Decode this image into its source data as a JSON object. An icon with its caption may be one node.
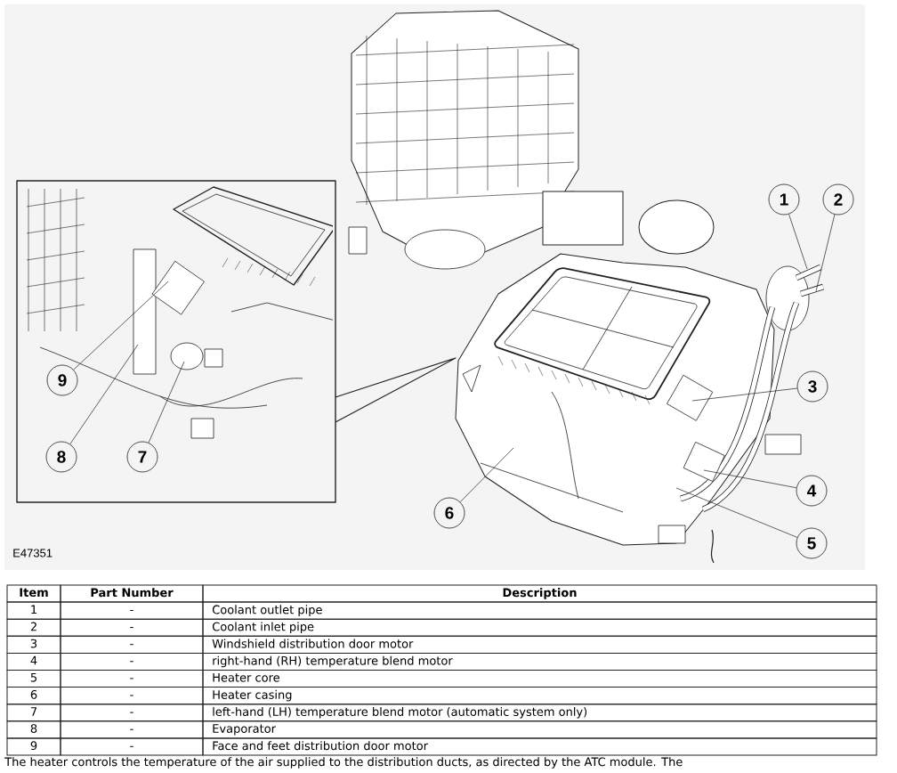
{
  "diagram": {
    "caption": "The heater controls the temperature of the air supplied to the distribution ducts, as directed by the ATC module. The",
    "nodes": [
      {
        "text": [
          "1"
        ]
      },
      {
        "text": [
          "2"
        ]
      },
      {
        "text": [
          "3"
        ]
      },
      {
        "text": [
          "4"
        ]
      },
      {
        "text": [
          "5"
        ]
      },
      {
        "text": [
          "6"
        ]
      },
      {
        "text": [],
        "shape": "box"
      },
      {
        "text": [
          "7"
        ],
        "in": 6
      },
      {
        "text": [
          "8"
        ],
        "in": 6
      },
      {
        "text": [
          "9"
        ],
        "in": 6
      }
    ],
    "edges": [
      {
        "from": 0,
        "to": null,
        "arrow": "none"
      },
      {
        "from": 1,
        "to": null,
        "arrow": "none"
      },
      {
        "from": 2,
        "to": null,
        "arrow": "none"
      },
      {
        "from": 3,
        "to": null,
        "arrow": "none"
      },
      {
        "from": 4,
        "to": null,
        "arrow": "none"
      },
      {
        "from": 5,
        "to": null,
        "arrow": "none"
      },
      {
        "from": 7,
        "to": null,
        "arrow": "none"
      },
      {
        "from": 8,
        "to": null,
        "arrow": "none"
      },
      {
        "from": 9,
        "to": null,
        "arrow": "none"
      }
    ],
    "labels": [
      "E47351",
      "Item",
      "Part Number",
      "Description",
      "1",
      "-",
      "Coolant outlet pipe",
      "2",
      "-",
      "Coolant inlet pipe",
      "3",
      "-",
      "Windshield distribution door motor",
      "4",
      "-",
      "right-hand (RH) temperature blend motor",
      "5",
      "-",
      "Heater core",
      "6",
      "-",
      "Heater casing",
      "7",
      "-",
      "left-hand (LH) temperature blend motor (automatic system only)",
      "8",
      "-",
      "Evaporator",
      "9",
      "-",
      "Face and feet distribution door motor"
    ]
  }
}
